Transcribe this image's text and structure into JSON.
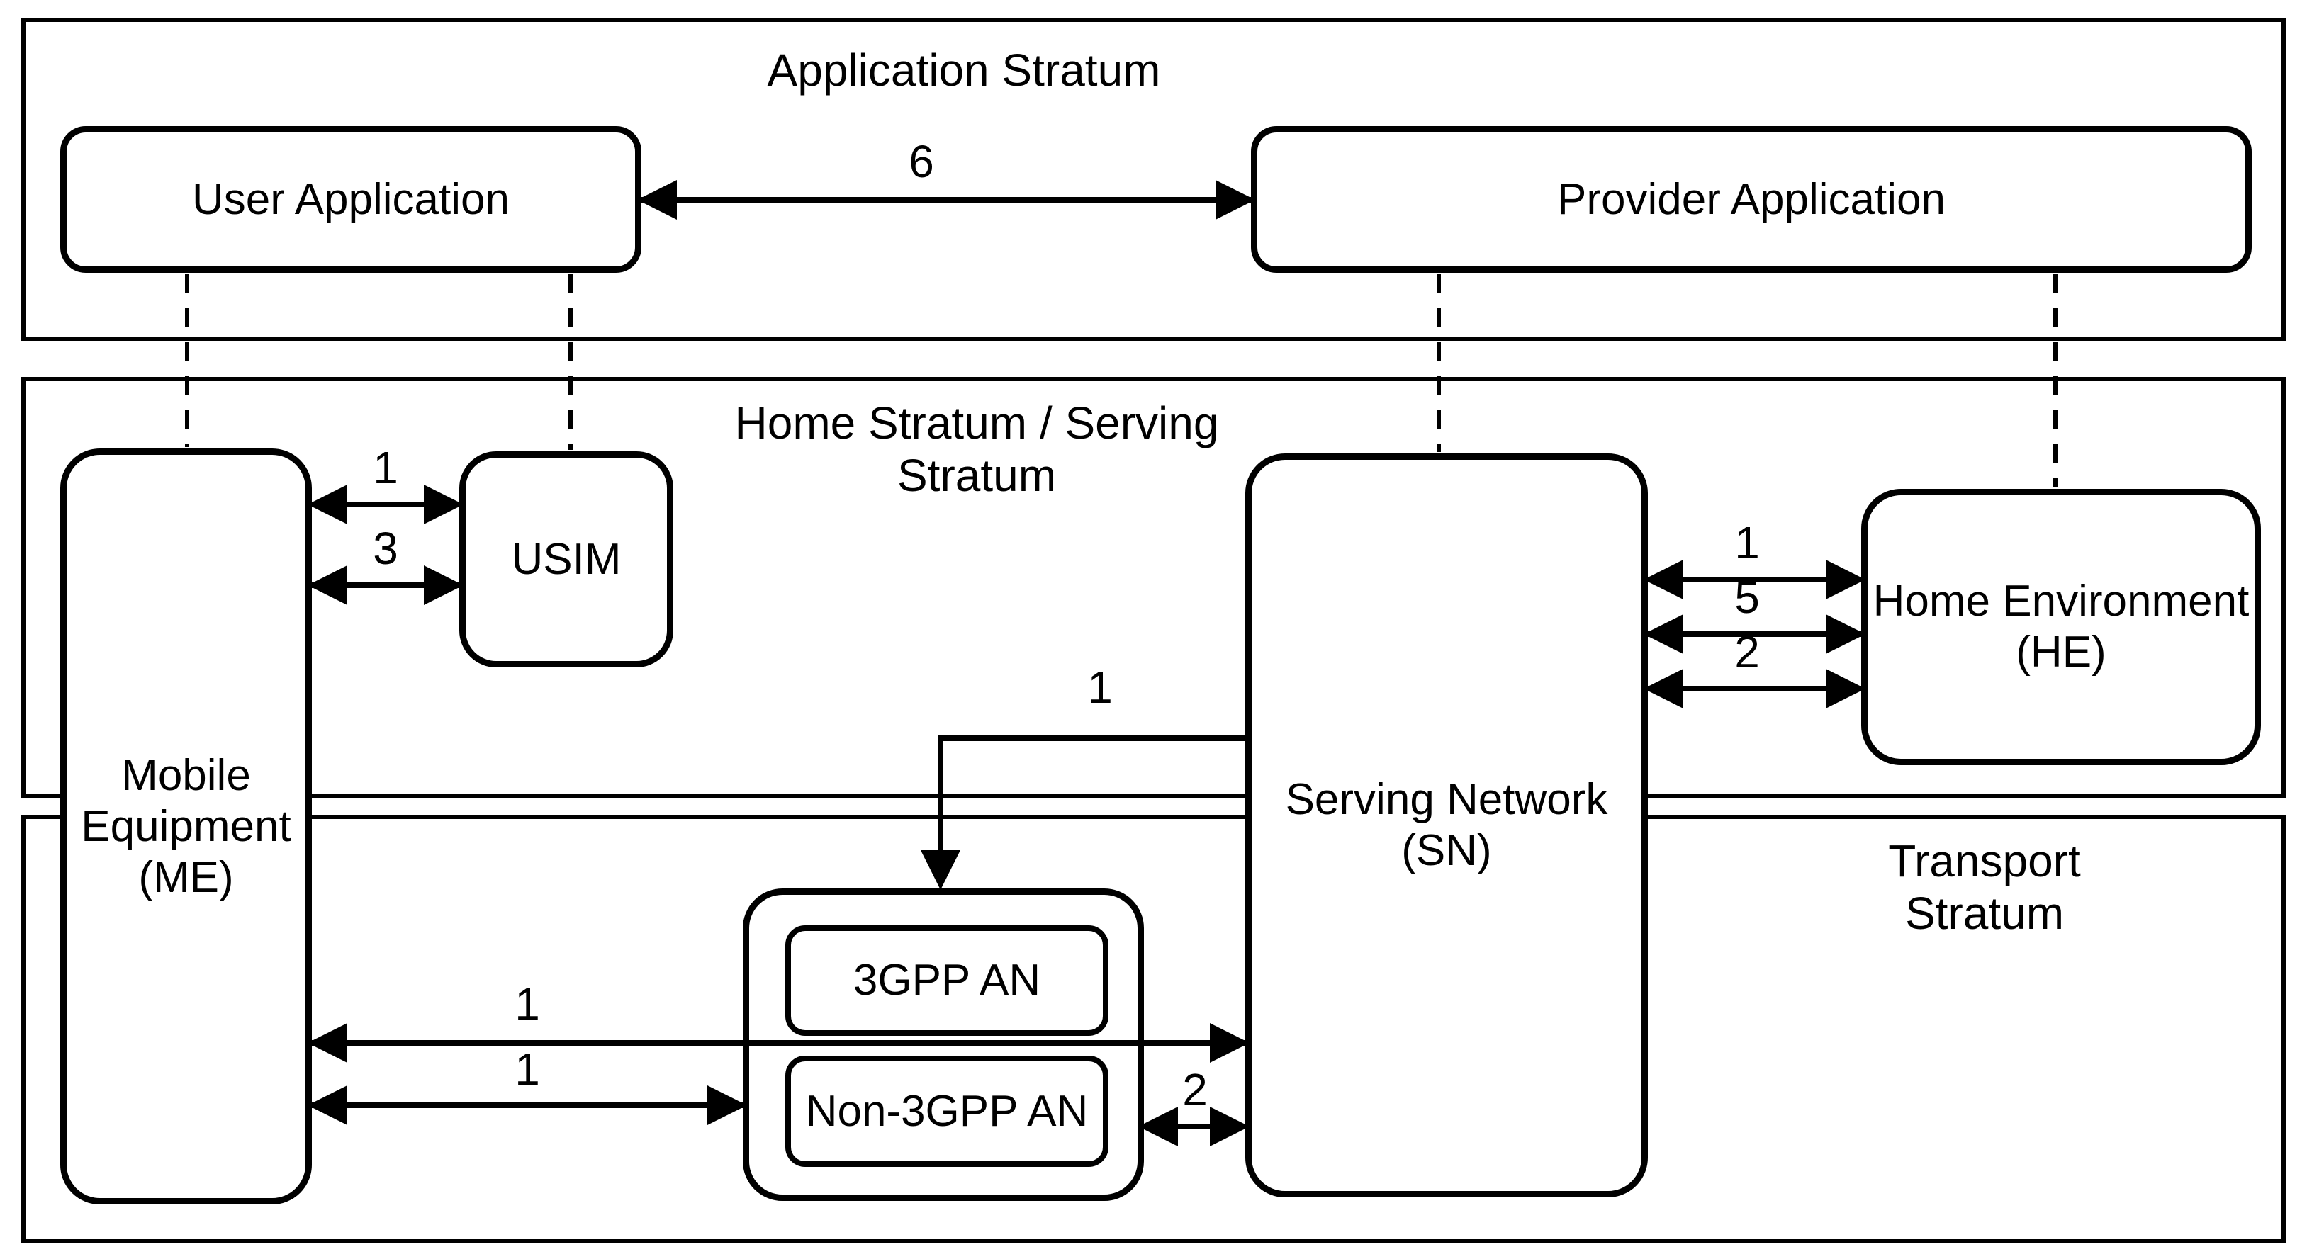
{
  "diagram": {
    "strata": {
      "application": {
        "title": "Application Stratum"
      },
      "home_serving": {
        "title": "Home Stratum / Serving\nStratum"
      },
      "transport": {
        "title": "Transport Stratum"
      }
    },
    "nodes": {
      "user_application": {
        "label": "User Application"
      },
      "provider_application": {
        "label": "Provider Application"
      },
      "usim": {
        "label": "USIM"
      },
      "mobile_equipment": {
        "label": "Mobile\nEquipment\n(ME)"
      },
      "serving_network": {
        "label": "Serving Network\n(SN)"
      },
      "home_environment": {
        "label": "Home Environment\n(HE)"
      },
      "an_3gpp": {
        "label": "3GPP AN"
      },
      "an_non_3gpp": {
        "label": "Non-3GPP AN"
      }
    },
    "edge_labels": {
      "user_app_provider_app": "6",
      "me_usim_a": "1",
      "me_usim_b": "3",
      "sn_he_a": "1",
      "sn_he_b": "5",
      "sn_he_c": "2",
      "sn_to_an": "1",
      "me_sn": "1",
      "me_an": "1",
      "an_sn": "2"
    },
    "colors": {
      "line": "#000000",
      "background": "#ffffff"
    }
  }
}
